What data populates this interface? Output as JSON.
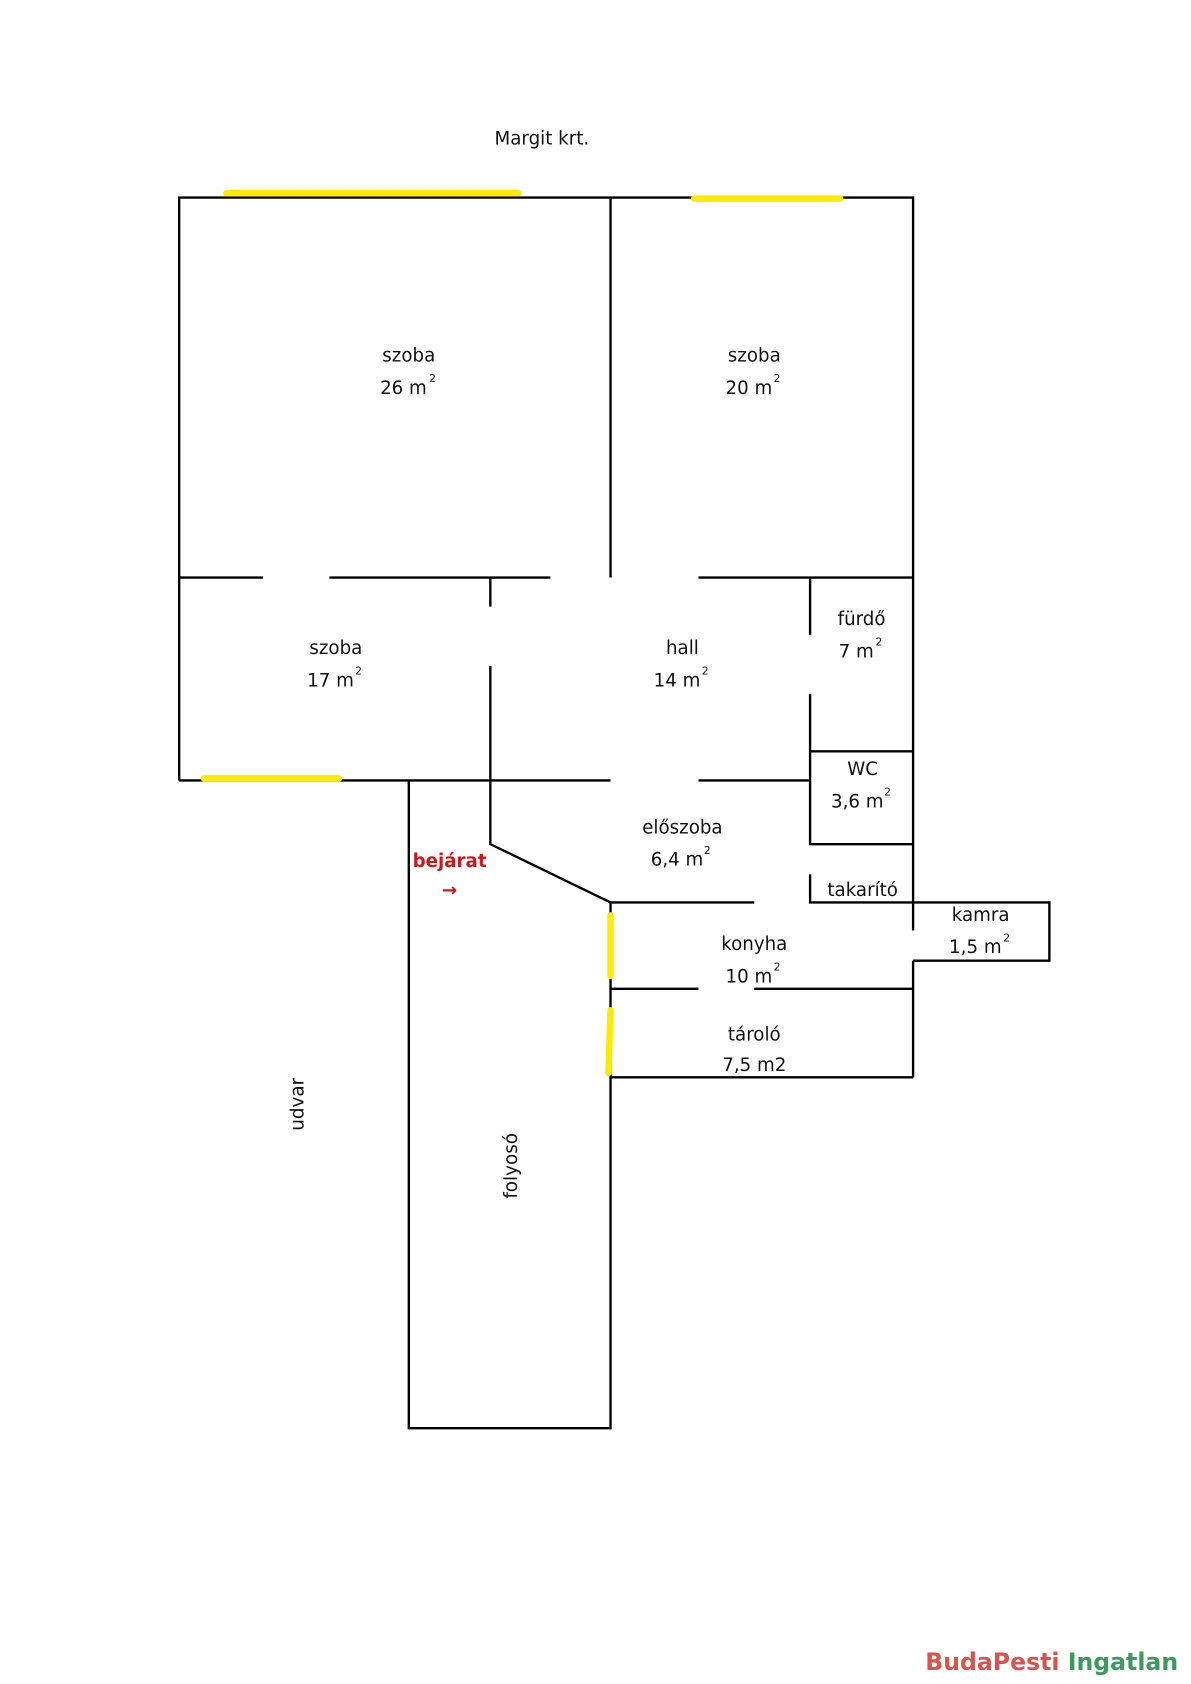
{
  "street": "Margit krt.",
  "rooms": [
    {
      "name": "szoba",
      "area": "26 m",
      "unit_sup": "2"
    },
    {
      "name": "szoba",
      "area": "20 m",
      "unit_sup": "2"
    },
    {
      "name": "szoba",
      "area": "17 m",
      "unit_sup": "2"
    },
    {
      "name": "hall",
      "area": "14 m",
      "unit_sup": "2"
    },
    {
      "name": "fürdő",
      "area": "7 m",
      "unit_sup": "2"
    },
    {
      "name": "WC",
      "area": "3,6 m",
      "unit_sup": "2"
    },
    {
      "name": "előszoba",
      "area": "6,4 m",
      "unit_sup": "2"
    },
    {
      "name": "takarító"
    },
    {
      "name": "kamra",
      "area": "1,5 m",
      "unit_sup": "2"
    },
    {
      "name": "konyha",
      "area": "10 m",
      "unit_sup": "2"
    },
    {
      "name": "tároló",
      "area": "7,5 m2"
    }
  ],
  "entrance": {
    "label": "bejárat",
    "arrow": "→"
  },
  "outside": {
    "courtyard": "udvar",
    "corridor": "folyosó"
  },
  "logo": {
    "part1": "BudaPesti",
    "part2": " Ingatlan",
    "color1": "#d9534f",
    "color2": "#3c9a5f"
  },
  "colors": {
    "window": "#ffea00",
    "wall": "#000000"
  }
}
